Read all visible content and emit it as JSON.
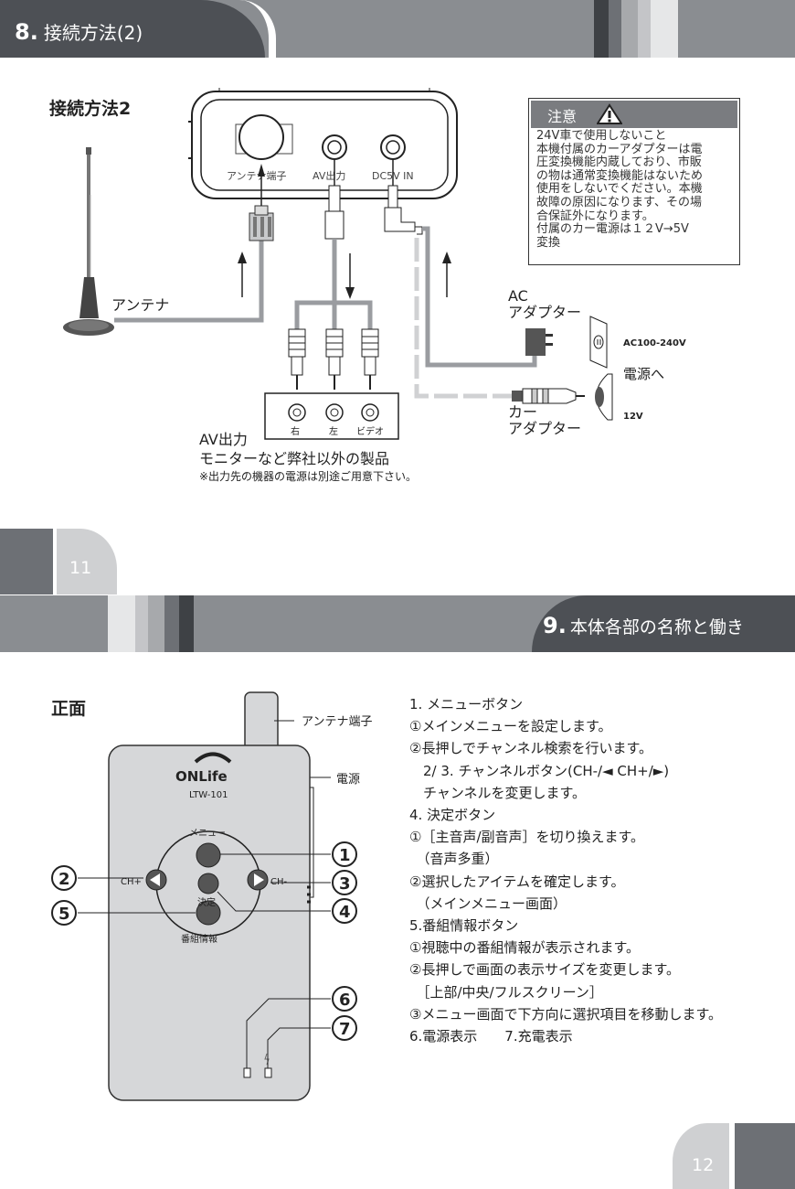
{
  "section8": {
    "number": "8.",
    "title": "接続方法(2)",
    "subtitle": "接続方法2",
    "device_ports": [
      "アンテナ端子",
      "AV出力",
      "DC5V IN"
    ],
    "antenna_label": "アンテナ",
    "ac_adapter_label_1": "AC",
    "ac_adapter_label_2": "アダプター",
    "outlet_voltage": "AC100-240V",
    "power_to": "電源へ",
    "car_adapter_label_1": "カー",
    "car_adapter_label_2": "アダプター",
    "car_voltage": "12V",
    "rca_labels": [
      "右",
      "左",
      "ビデオ"
    ],
    "av_output_label": "AV出力",
    "monitor_label": "モニターなど弊社以外の製品",
    "monitor_note": "※出力先の機器の電源は別途ご用意下さい。",
    "caution": {
      "title": "注意",
      "body": "24V車で使用しないこと\n本機付属のカーアダプターは電\n圧変換機能内蔵しており、市販\nの物は通常変換機能はないため\n使用をしないでください。本機\n故障の原因になります、その場\n合保証外になります。\n付属のカー電源は１２V→5V\n変換"
    }
  },
  "page_numbers": {
    "left": "11",
    "right": "12"
  },
  "section9": {
    "number": "9.",
    "title": "本体各部の名称と働き",
    "front_label": "正面",
    "brand": "ONLife",
    "model": "LTW-101",
    "antenna_terminal": "アンテナ端子",
    "power_label": "電源",
    "button_menu": "メニュー",
    "button_enter": "決定",
    "button_info": "番組情報",
    "button_ch_plus": "CH+",
    "button_ch_minus": "CH-",
    "callouts": [
      "1",
      "2",
      "3",
      "4",
      "5",
      "6",
      "7"
    ],
    "lines": [
      "1. メニューボタン",
      "①メインメニューを設定します。",
      "②長押しでチャンネル検索を行います。",
      "　2/ 3. チャンネルボタン(CH-/◄ CH+/►)",
      "　チャンネルを変更します。",
      "4. 決定ボタン",
      "①［主音声/副音声］を切り換えます。",
      "　（音声多重）",
      "②選択したアイテムを確定します。",
      "　（メインメニュー画面）",
      "5.番組情報ボタン",
      "①視聴中の番組情報が表示されます。",
      "②長押しで画面の表示サイズを変更します。",
      "　［上部/中央/フルスクリーン］",
      "③メニュー画面で下方向に選択項目を移動します。",
      "6.電源表示　　7.充電表示"
    ]
  },
  "colors": {
    "header_gray": "#8a8d91",
    "header_dark": "#4d5055",
    "tab_light": "#cfd0d2",
    "device_fill": "#d6d7d9",
    "cable_gray": "#9a9ca0"
  }
}
